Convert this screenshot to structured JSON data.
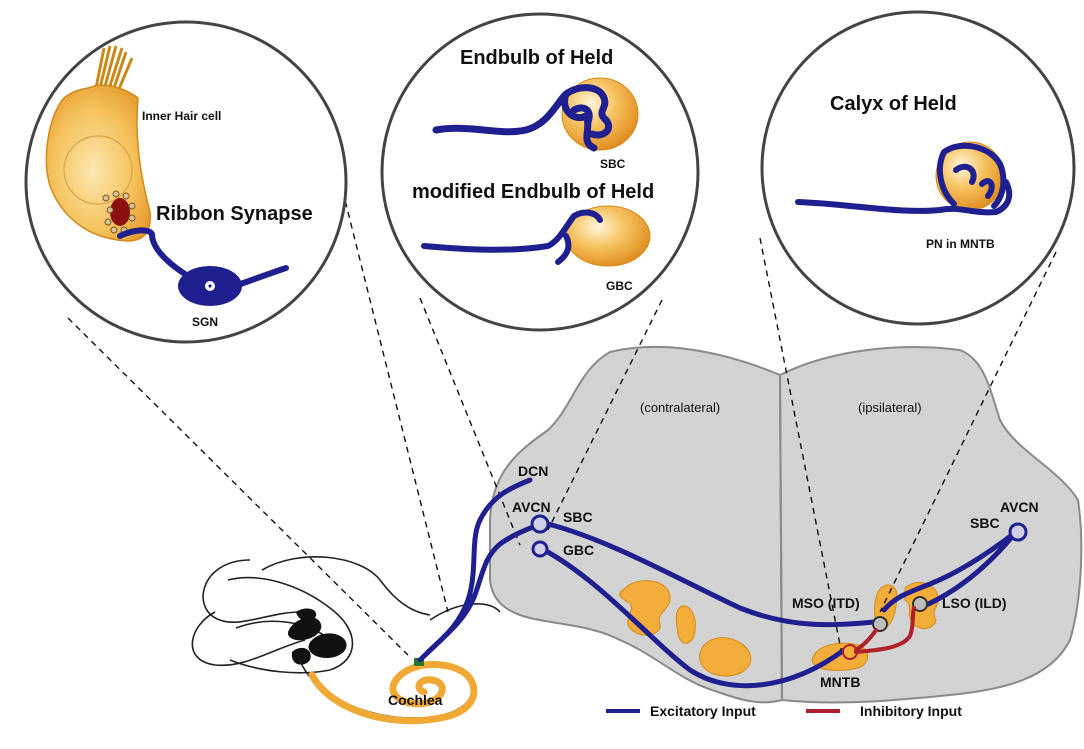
{
  "insets": {
    "ribbon": {
      "hair_cell_label": "Inner Hair cell",
      "synapse_label": "Ribbon Synapse",
      "sgn_label": "SGN"
    },
    "endbulb": {
      "title": "Endbulb of Held",
      "sbc_label": "SBC",
      "modified_title": "modified Endbulb of Held",
      "gbc_label": "GBC"
    },
    "calyx": {
      "title": "Calyx of Held",
      "pn_label": "PN in MNTB"
    }
  },
  "brainstem": {
    "contralateral": "(contralateral)",
    "ipsilateral": "(ipsilateral)",
    "dcn": "DCN",
    "avcn_left": "AVCN",
    "sbc_left": "SBC",
    "gbc_left": "GBC",
    "avcn_right": "AVCN",
    "sbc_right": "SBC",
    "mso": "MSO (ITD)",
    "lso": "LSO (ILD)",
    "mntb": "MNTB"
  },
  "cochlea_label": "Cochlea",
  "legend": {
    "excitatory": "Excitatory Input",
    "inhibitory": "Inhibitory Input"
  },
  "colors": {
    "excitatory": "#1f1f8f",
    "inhibitory": "#b0202a",
    "cell": "#f2ad3a",
    "brainstem": "#d3d3d3"
  }
}
